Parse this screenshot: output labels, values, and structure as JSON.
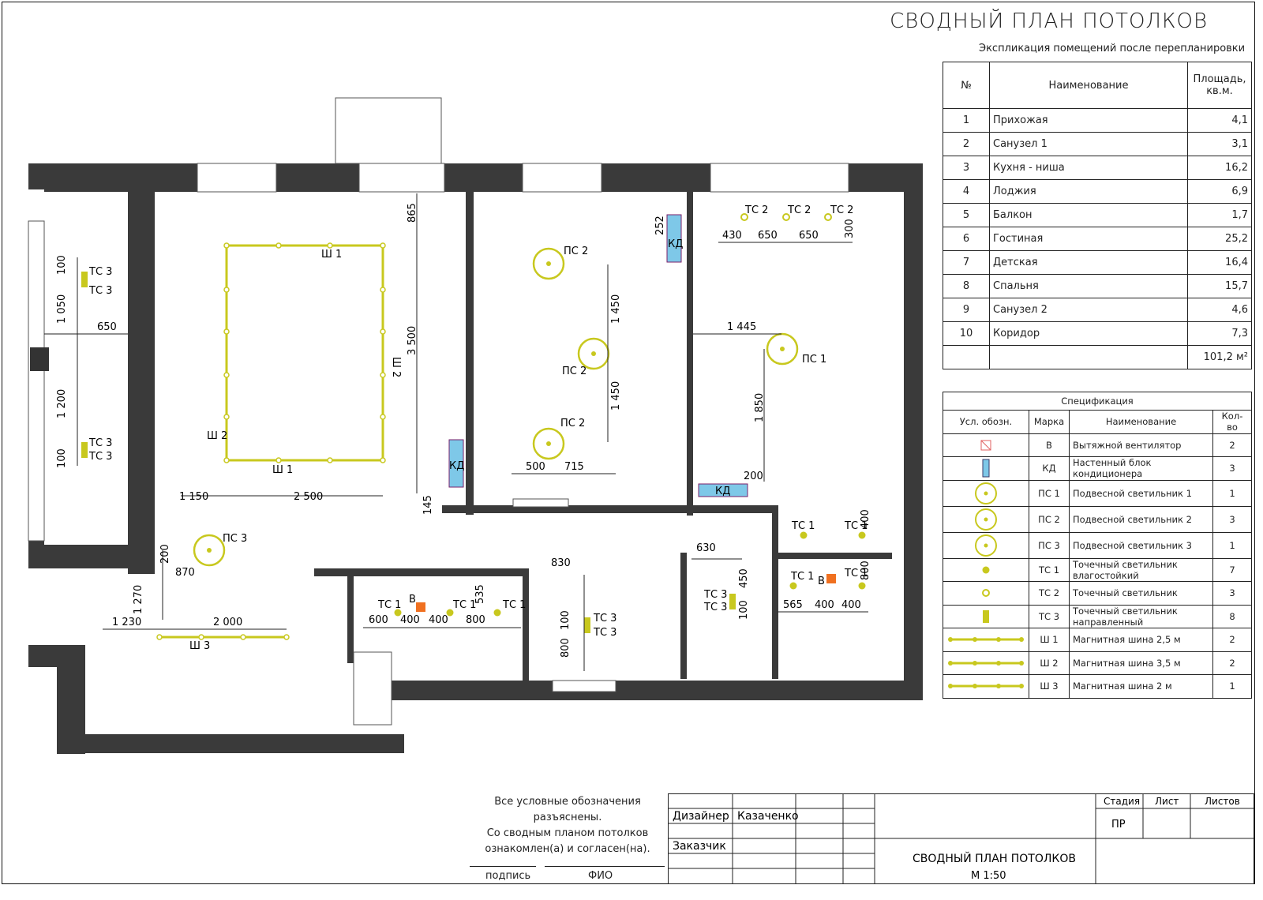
{
  "header": {
    "title": "СВОДНЫЙ ПЛАН ПОТОЛКОВ",
    "explication_title": "Экспликация помещений после перепланировки"
  },
  "explication": {
    "columns": [
      "№",
      "Наименование",
      "Площадь, кв.м."
    ],
    "rows": [
      {
        "n": "1",
        "name": "Прихожая",
        "area": "4,1"
      },
      {
        "n": "2",
        "name": "Санузел 1",
        "area": "3,1"
      },
      {
        "n": "3",
        "name": "Кухня - ниша",
        "area": "16,2"
      },
      {
        "n": "4",
        "name": "Лоджия",
        "area": "6,9"
      },
      {
        "n": "5",
        "name": "Балкон",
        "area": "1,7"
      },
      {
        "n": "6",
        "name": "Гостиная",
        "area": "25,2"
      },
      {
        "n": "7",
        "name": "Детская",
        "area": "16,4"
      },
      {
        "n": "8",
        "name": "Спальня",
        "area": "15,7"
      },
      {
        "n": "9",
        "name": "Санузел 2",
        "area": "4,6"
      },
      {
        "n": "10",
        "name": "Коридор",
        "area": "7,3"
      }
    ],
    "total": "101,2 м²"
  },
  "spec": {
    "title": "Спецификация",
    "columns": [
      "Усл. обозн.",
      "Марка",
      "Наименование",
      "Кол-во"
    ],
    "rows": [
      {
        "symbol": "fan",
        "mark": "В",
        "name": "Вытяжной вентилятор",
        "qty": "2"
      },
      {
        "symbol": "ac",
        "mark": "КД",
        "name": "Настенный блок кондиционера",
        "qty": "3"
      },
      {
        "symbol": "pendant",
        "mark": "ПС 1",
        "name": "Подвесной светильник 1",
        "qty": "1"
      },
      {
        "symbol": "pendant",
        "mark": "ПС 2",
        "name": "Подвесной светильник 2",
        "qty": "3"
      },
      {
        "symbol": "pendant",
        "mark": "ПС 3",
        "name": "Подвесной светильник 3",
        "qty": "1"
      },
      {
        "symbol": "spot-filled",
        "mark": "ТС 1",
        "name": "Точечный светильник влагостойкий",
        "qty": "7"
      },
      {
        "symbol": "spot-ring",
        "mark": "ТС 2",
        "name": "Точечный светильник",
        "qty": "3"
      },
      {
        "symbol": "spot-dir",
        "mark": "ТС 3",
        "name": "Точечный светильник направленный",
        "qty": "8"
      },
      {
        "symbol": "track",
        "mark": "Ш 1",
        "name": "Магнитная шина 2,5 м",
        "qty": "2"
      },
      {
        "symbol": "track",
        "mark": "Ш 2",
        "name": "Магнитная шина 3,5 м",
        "qty": "2"
      },
      {
        "symbol": "track",
        "mark": "Ш 3",
        "name": "Магнитная шина 2 м",
        "qty": "1"
      }
    ]
  },
  "plan": {
    "labels": {
      "sh1_top": "Ш 1",
      "sh1_bot": "Ш 1",
      "sh2_left": "Ш 2",
      "sh2_right": "Ш 2",
      "sh3": "Ш 3",
      "ps1": "ПС 1",
      "ps2a": "ПС 2",
      "ps2b": "ПС 2",
      "ps2c": "ПС 2",
      "ps3": "ПС 3",
      "kd1": "КД",
      "kd2": "КД",
      "kd3": "КД",
      "tc2a": "ТС 2",
      "tc2b": "ТС 2",
      "tc2c": "ТС 2",
      "tc3a": "ТС 3",
      "tc3b": "ТС 3",
      "tc3c": "ТС 3",
      "tc3d": "ТС 3",
      "tc3e": "ТС 3",
      "tc3f": "ТС 3",
      "tc3g": "ТС 3",
      "tc3h": "ТС 3",
      "tc1a": "ТС 1",
      "tc1b": "ТС 1",
      "tc1c": "ТС 1",
      "tc1d": "ТС 1",
      "tc1e": "ТС 1",
      "tc1f": "ТС 1",
      "tc1g": "ТС 1",
      "b1": "В",
      "b2": "В"
    },
    "dims": {
      "d865": "865",
      "d3500": "3 500",
      "d1150": "1 150",
      "d2500": "2 500",
      "d145": "145",
      "d100a": "100",
      "d1050": "1 050",
      "d650a": "650",
      "d1200": "1 200",
      "d100b": "100",
      "d252": "252",
      "d1450a": "1 450",
      "d1450b": "1 450",
      "d500": "500",
      "d715": "715",
      "d430": "430",
      "d650b": "650",
      "d650c": "650",
      "d300": "300",
      "d1445": "1 445",
      "d1850": "1 850",
      "d200a": "200",
      "d200b": "200",
      "d870": "870",
      "d1270": "1 270",
      "d1230": "1 230",
      "d2000": "2 000",
      "d830": "830",
      "d100c": "100",
      "d800a": "800",
      "d630": "630",
      "d450": "450",
      "d100d": "100",
      "d600": "600",
      "d400a": "400",
      "d400b": "400",
      "d800b": "800",
      "d535": "535",
      "d400c": "400",
      "d800c": "800",
      "d565": "565",
      "d400d": "400",
      "d400e": "400"
    }
  },
  "footer": {
    "note_line1": "Все условные обозначения разъяснены.",
    "note_line2": "Со сводным планом потолков",
    "note_line3": "ознакомлен(а) и согласен(на).",
    "sign_label": "подпись",
    "fio_label": "ФИО",
    "designer_label": "Дизайнер",
    "designer_name": "Казаченко",
    "customer_label": "Заказчик",
    "stage_label": "Стадия",
    "sheet_label": "Лист",
    "sheets_label": "Листов",
    "stage_value": "ПР",
    "doc_title": "СВОДНЫЙ ПЛАН ПОТОЛКОВ",
    "scale": "М 1:50"
  },
  "colors": {
    "lamp": "#c8c81e",
    "wall": "#3a3a3a",
    "ac": "#7ec8e8",
    "fan": "#f07020"
  }
}
